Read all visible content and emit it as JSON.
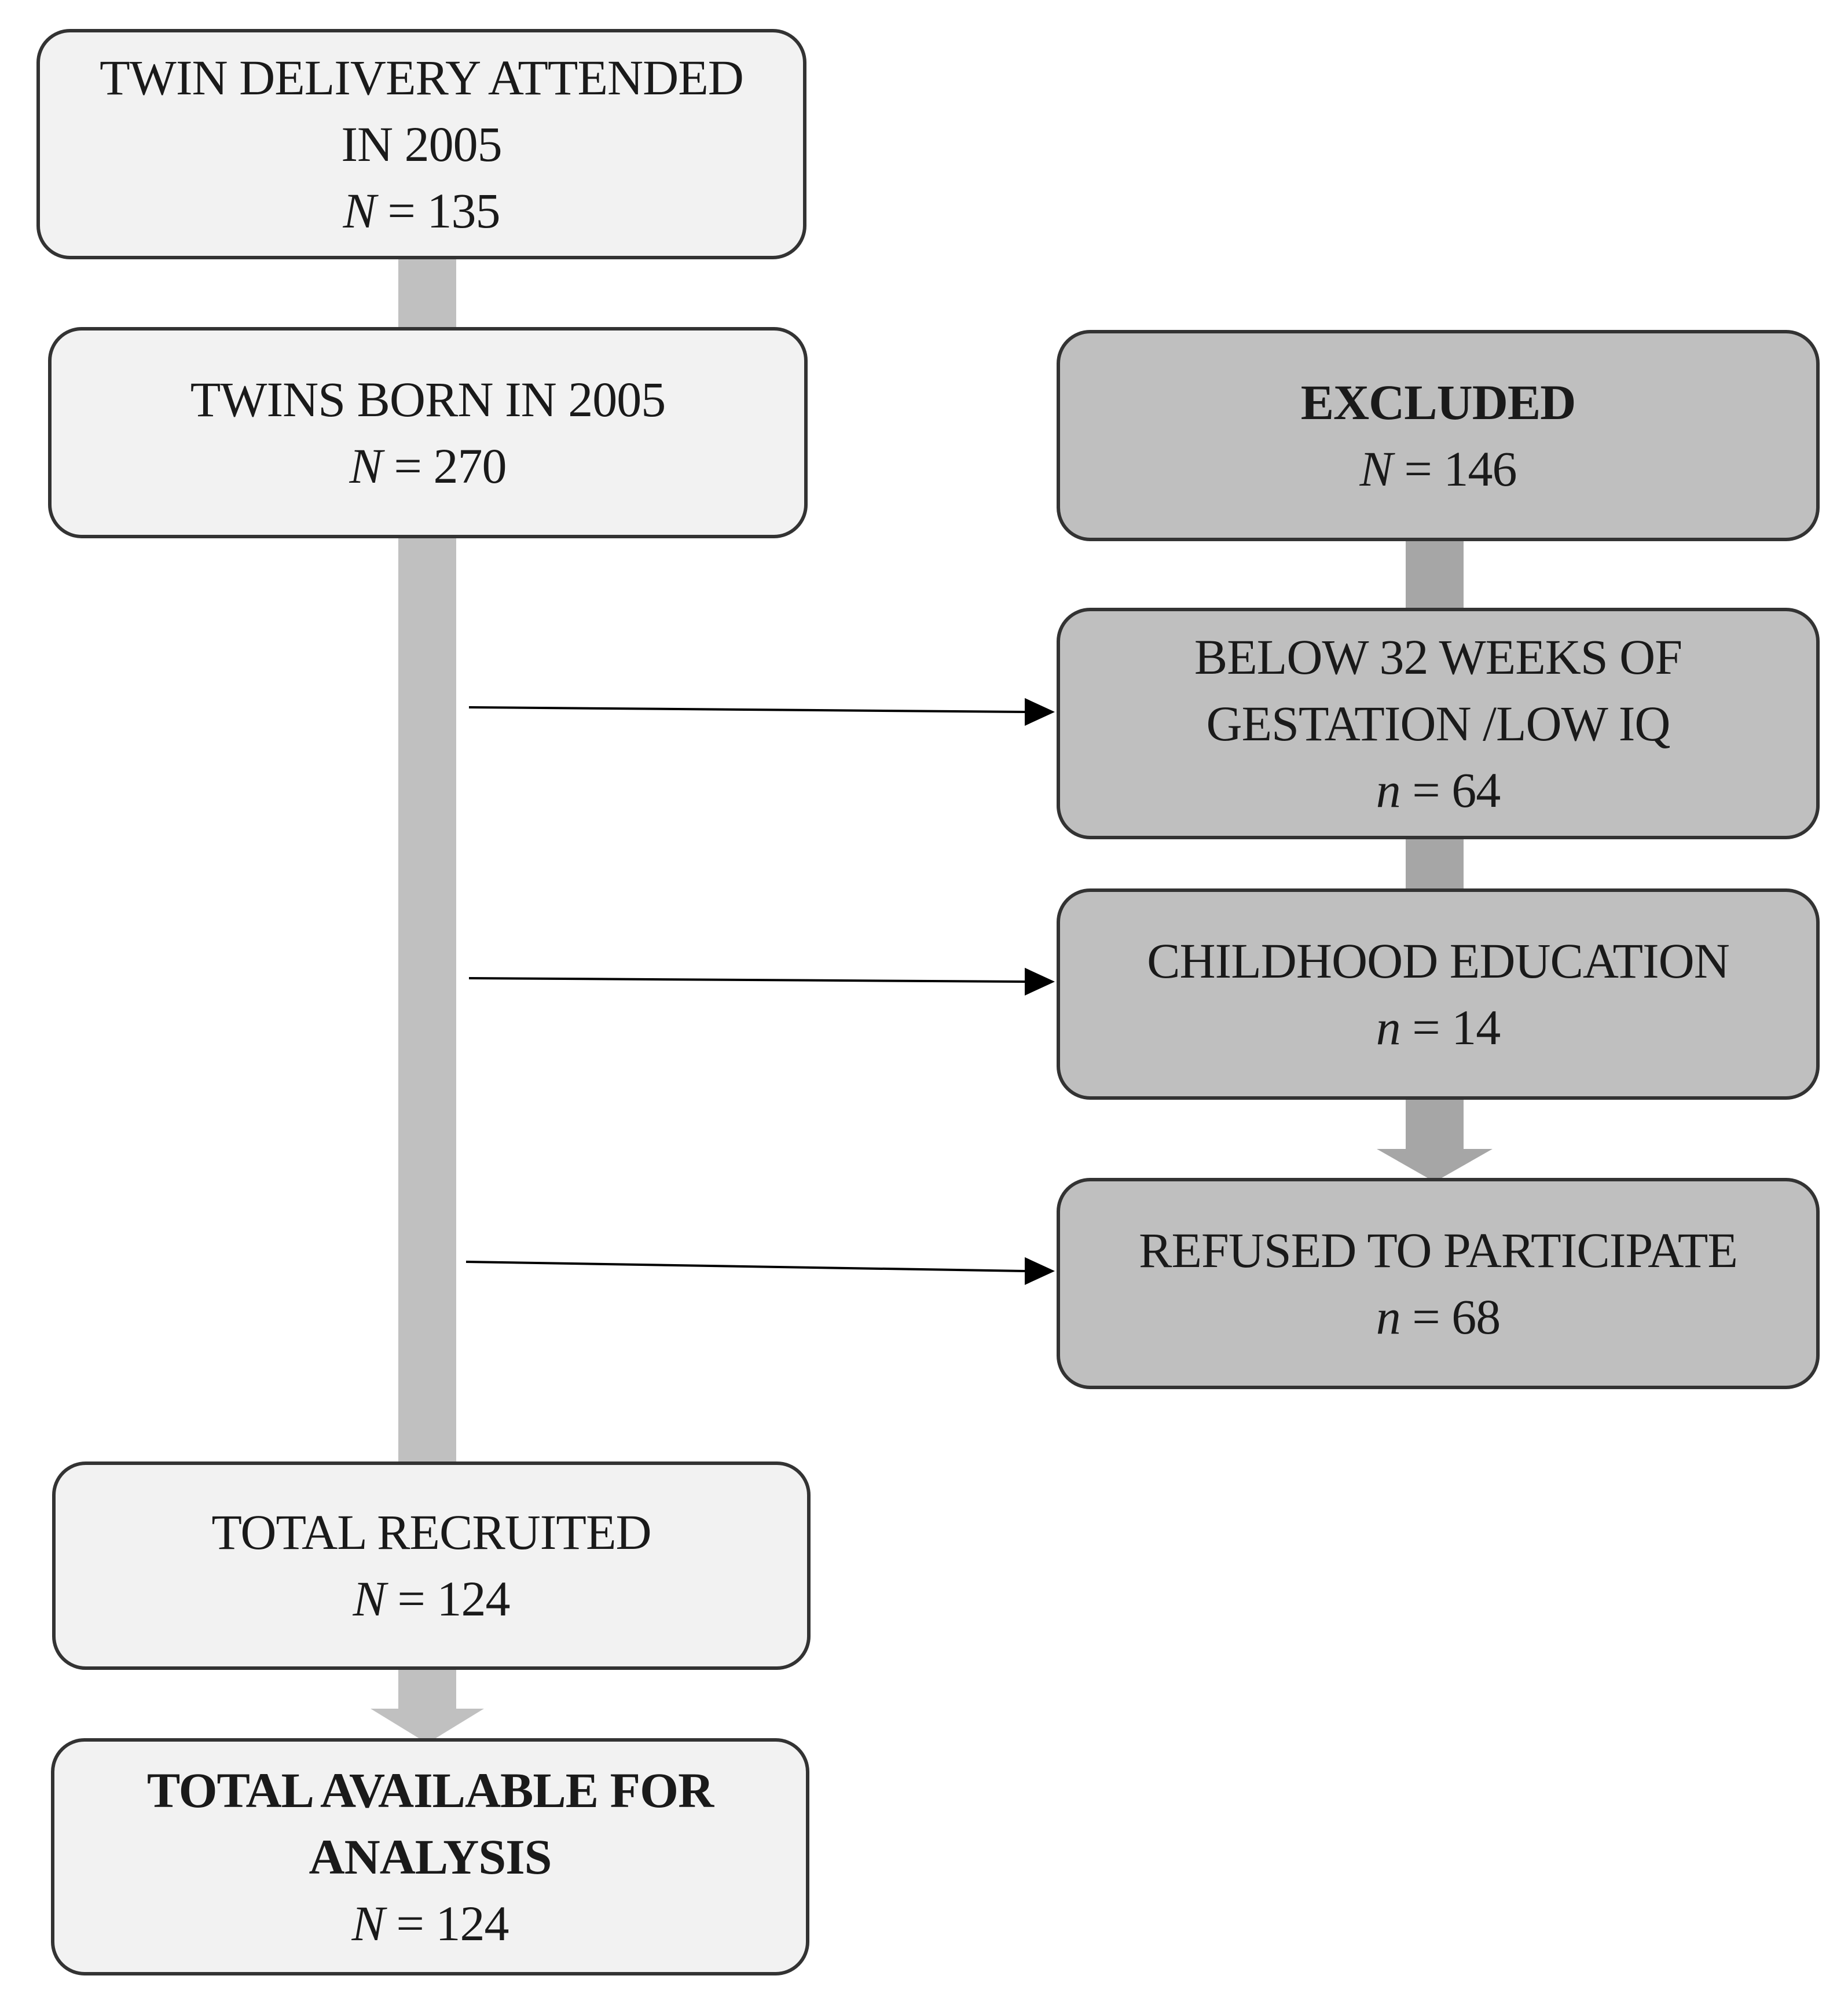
{
  "diagram": {
    "boxes": {
      "twin_delivery": {
        "lines": [
          "TWIN DELIVERY ATTENDED",
          "IN 2005"
        ],
        "var": "N",
        "value": "135"
      },
      "twins_born": {
        "lines": [
          "TWINS BORN IN 2005"
        ],
        "var": "N",
        "value": "270"
      },
      "excluded": {
        "lines": [
          "EXCLUDED"
        ],
        "var": "N",
        "value": "146"
      },
      "below_32_weeks": {
        "lines": [
          "BELOW 32 WEEKS OF",
          "GESTATION /LOW IQ"
        ],
        "var": "n",
        "value": "64"
      },
      "childhood_education": {
        "lines": [
          "CHILDHOOD EDUCATION"
        ],
        "var": "n",
        "value": "14"
      },
      "refused": {
        "lines": [
          "REFUSED TO PARTICIPATE"
        ],
        "var": "n",
        "value": "68"
      },
      "total_recruited": {
        "lines": [
          "TOTAL RECRUITED"
        ],
        "var": "N",
        "value": "124"
      },
      "total_available": {
        "lines": [
          "TOTAL AVAILABLE FOR",
          "ANALYSIS"
        ],
        "var": "N",
        "value": "124"
      }
    },
    "colors": {
      "light_box": "#f2f2f2",
      "dark_box": "#bfbfbf",
      "main_flow_bar": "#c0c0c0",
      "side_flow_bar": "#a6a6a6",
      "arrow": "#000000",
      "border": "#333333"
    }
  }
}
